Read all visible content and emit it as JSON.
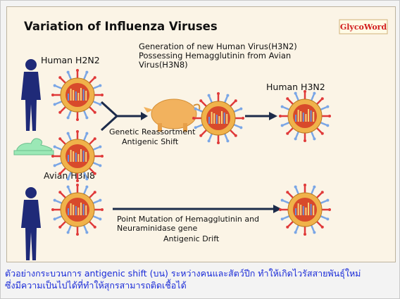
{
  "figure": {
    "title": "Variation of Influenza Viruses",
    "logo_text": "GlycoWord",
    "labels": {
      "human_h2n2": "Human H2N2",
      "avian_h3n8": "Avian H3N8",
      "human_h3n2": "Human H3N2",
      "generation_line1": "Generation of new Human Virus(H3N2)",
      "generation_line2": "Possessing Hemagglutinin from Avian",
      "generation_line3": "Virus(H3N8)",
      "reassortment_line1": "Genetic Reassortment",
      "reassortment_line2": "Antigenic Shift",
      "mutation_line1": "Point Mutation of Hemagglutinin and",
      "mutation_line2": "Neuraminidase gene",
      "mutation_line3": "Antigenic Drift"
    },
    "icons": [
      "human-figure-icon",
      "duck-icon",
      "pig-icon",
      "virus-icon"
    ],
    "colors": {
      "background": "#fbf4e6",
      "human": "#1f2a78",
      "duck": "#9be8b6",
      "pig": "#f2b25e",
      "virus_core": "#d84a2b",
      "virus_ring": "#f0b24a",
      "spike_red": "#e03a3a",
      "spike_blue": "#7aa6e6",
      "arrow": "#1c2b4a"
    }
  },
  "caption": {
    "line1": "ตัวอย่างกระบวนการ antigenic shift (บน) ระหว่างคนและสัตว์ปีก ทำให้เกิดไวรัสสายพันธุ์ใหม่",
    "line2": "ซึ่งมีความเป็นไปได้ที่ทำให้สุกรสามารถติดเชื้อได้"
  }
}
